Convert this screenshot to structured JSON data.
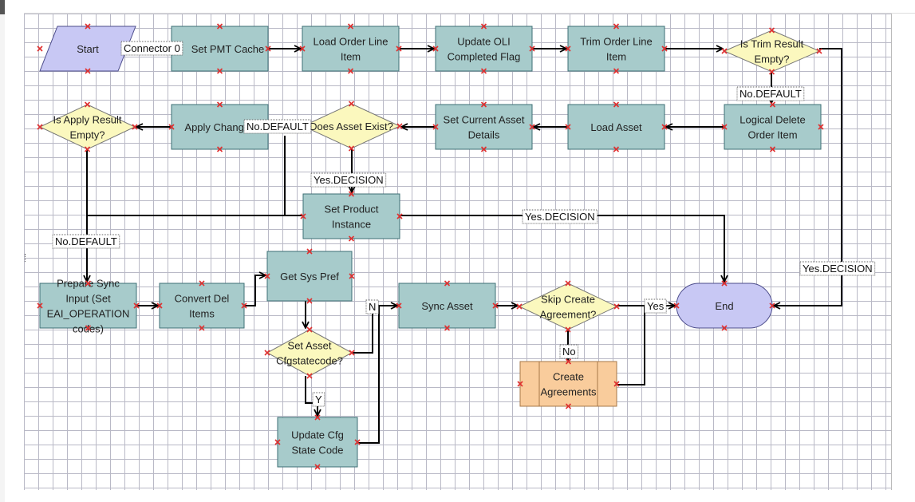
{
  "colors": {
    "process": "#a7cbcb",
    "process_border": "#3d6f74",
    "terminal": "#c8c8f4",
    "terminal_border": "#4b4b8a",
    "decision": "#fbf8be",
    "decision_border": "#777",
    "subprocess": "#f9cc9c",
    "subprocess_border": "#a67747",
    "connector": "#000000",
    "handle": "#e03030"
  },
  "nodes": {
    "start": {
      "label": [
        "Start"
      ]
    },
    "set_pmt_cache": {
      "label": [
        "Set PMT Cache"
      ]
    },
    "load_order_line": {
      "label": [
        "Load Order Line",
        "Item"
      ]
    },
    "update_oli": {
      "label": [
        "Update OLI",
        "Completed Flag"
      ]
    },
    "trim_order_line": {
      "label": [
        "Trim Order Line",
        "Item"
      ]
    },
    "is_trim_result": {
      "label": [
        "Is Trim Result",
        "Empty?"
      ]
    },
    "logical_delete": {
      "label": [
        "Logical Delete",
        "Order Item"
      ]
    },
    "load_asset": {
      "label": [
        "Load Asset"
      ]
    },
    "set_current_asset": {
      "label": [
        "Set Current Asset",
        "Details"
      ]
    },
    "does_asset_exist": {
      "label": [
        "Does Asset Exist?"
      ]
    },
    "apply_changes": {
      "label": [
        "Apply Changes"
      ]
    },
    "is_apply_result": {
      "label": [
        "Is Apply Result",
        "Empty?"
      ]
    },
    "set_product_instance": {
      "label": [
        "Set Product",
        "Instance"
      ]
    },
    "prepare_sync": {
      "label": [
        "Prepare Sync",
        "Input (Set",
        "EAI_OPERATION",
        "codes)"
      ]
    },
    "convert_del": {
      "label": [
        "Convert Del",
        "Items"
      ]
    },
    "get_sys_pref": {
      "label": [
        "Get Sys Pref"
      ]
    },
    "set_asset_cfg": {
      "label": [
        "Set Asset",
        "Cfgstatecode?"
      ]
    },
    "update_cfg": {
      "label": [
        "Update Cfg",
        "State Code"
      ]
    },
    "sync_asset": {
      "label": [
        "Sync Asset"
      ]
    },
    "skip_create": {
      "label": [
        "Skip Create",
        "Agreement?"
      ]
    },
    "create_agreements": {
      "label": [
        "Create",
        "Agreements"
      ]
    },
    "end": {
      "label": [
        "End"
      ]
    }
  },
  "edge_labels": {
    "connector0": "Connector 0",
    "no_default_trim": "No.DEFAULT",
    "no_default_asset": "No.DEFAULT",
    "yes_decision_asset": "Yes.DECISION",
    "yes_decision_apply": "Yes.DECISION",
    "no_default_apply": "No.DEFAULT",
    "yes_decision_trim": "Yes.DECISION",
    "n_label": "N",
    "y_label": "Y",
    "no_label": "No",
    "yes_label": "Yes"
  }
}
